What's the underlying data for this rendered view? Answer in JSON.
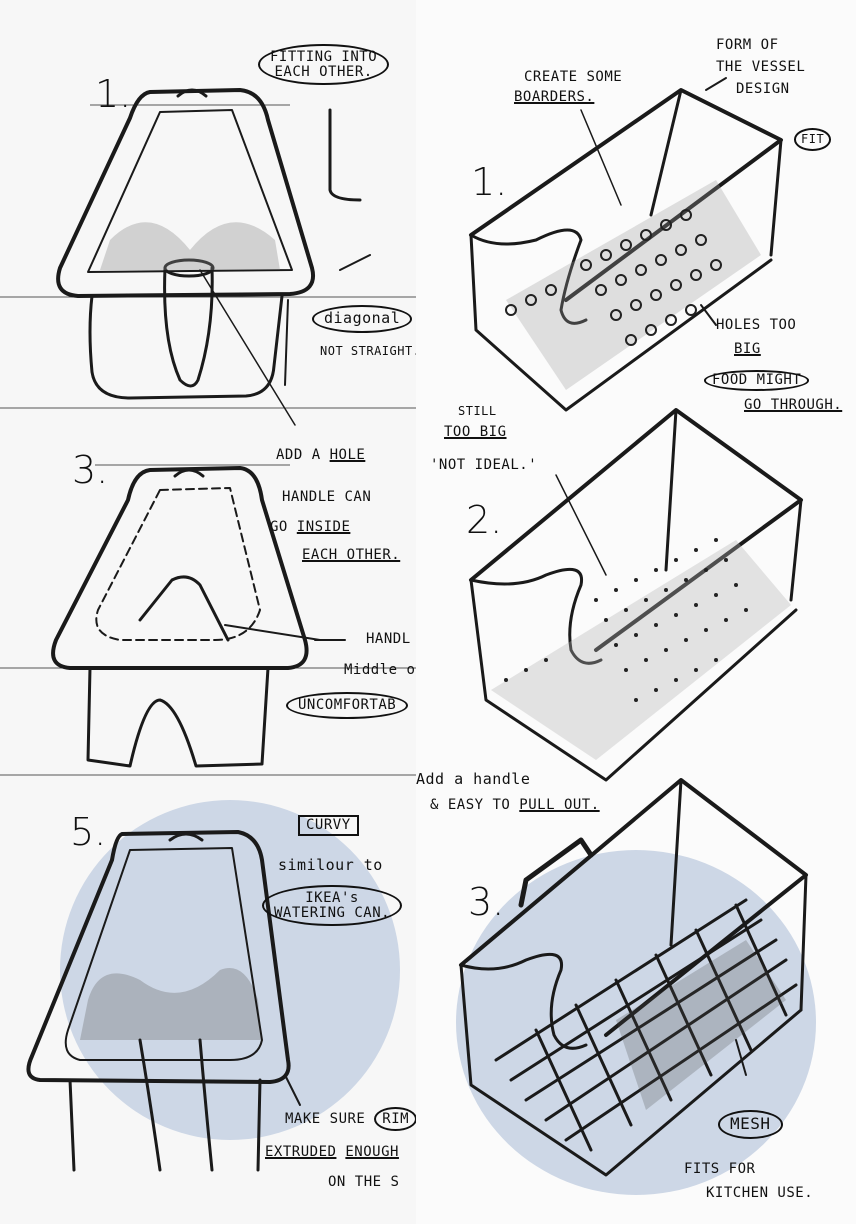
{
  "colors": {
    "ink": "#1a1a1a",
    "highlight": "#cdd7e6",
    "paper": "#f7f7f7"
  },
  "left": {
    "concept1": {
      "number": "1.",
      "note_fitting_line1": "FITTING INTO",
      "note_fitting_line2": "EACH OTHER.",
      "note_diagonal": "diagonal",
      "note_not_straight": "NOT STRAIGHT."
    },
    "concept3": {
      "number": "3.",
      "note_add_a": "ADD A",
      "note_hole": "HOLE",
      "note_handle_line1": "HANDLE CAN",
      "note_go": "GO",
      "note_inside": "INSIDE",
      "note_each_other": "EACH OTHER.",
      "note_handle_cut": "HANDL",
      "note_middle": "Middle of",
      "note_uncomfortable": "UNCOMFORTAB"
    },
    "concept5": {
      "number": "5.",
      "note_curvy": "CURVY",
      "note_similar": "similour to",
      "note_ikea": "IKEA's",
      "note_watering": "WATERING CAN.",
      "note_make_sure": "MAKE SURE",
      "note_rim": "RIM",
      "note_extruded": "EXTRUDED",
      "note_enough": "ENOUGH",
      "note_on_the": "ON THE S"
    }
  },
  "right": {
    "concept1": {
      "number": "1.",
      "note_create_line1": "CREATE SOME",
      "note_create_line2": "BOARDERS.",
      "note_form_line1": "FORM OF",
      "note_form_line2": "THE VESSEL",
      "note_form_line3": "DESIGN",
      "note_fit": "FIT",
      "note_holes_line1": "HOLES TOO",
      "note_big": "BIG",
      "note_food": "FOOD MIGHT",
      "note_go_through": "GO THROUGH."
    },
    "concept2": {
      "number": "2.",
      "note_still": "STILL",
      "note_too_big": "TOO BIG",
      "note_not_ideal": "'NOT IDEAL.'"
    },
    "concept3": {
      "number": "3.",
      "note_add_handle": "Add a handle",
      "note_easy": "& EASY TO",
      "note_pull_out": "PULL OUT.",
      "note_mesh": "MESH",
      "note_fits_line1": "FITS FOR",
      "note_fits_line2": "KITCHEN USE."
    }
  }
}
